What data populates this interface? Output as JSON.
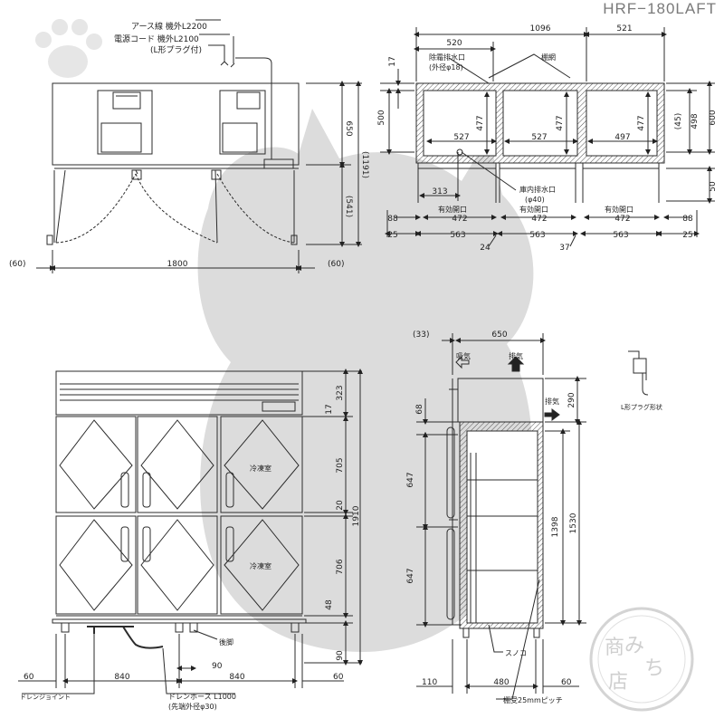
{
  "model": "HRF−180LAFT",
  "plan": {
    "earth_wire": "アース線 機外L2200",
    "power_cord": "電源コード 機外L2100",
    "plug_note": "(L形プラグ付)",
    "h650": "650",
    "h1191": "(1191)",
    "h541": "(541)",
    "w60_left": "(60)",
    "w1800": "1800",
    "w60_right": "(60)"
  },
  "interior": {
    "w1096": "1096",
    "w520": "520",
    "w521": "521",
    "shelf_label": "棚網",
    "drain_label": "除霜排水口",
    "drain_size": "(外径φ18)",
    "h17": "17",
    "h500": "500",
    "h477a": "477",
    "h477b": "477",
    "h477c": "477",
    "h45": "(45)",
    "h498": "498",
    "h600": "600",
    "h50": "50",
    "w527a": "527",
    "w527b": "527",
    "w497": "497",
    "w313": "313",
    "inner_drain": "庫内排水口",
    "inner_drain_size": "(φ40)",
    "eff_opening_1": "有効開口",
    "eff_opening_2": "有効開口",
    "eff_opening_3": "有効開口",
    "w88_left": "88",
    "w472a": "472",
    "w472b": "472",
    "w472c": "472",
    "w88_right": "88",
    "w25_left": "25",
    "w563a": "563",
    "w563b": "563",
    "w563c": "563",
    "w25_right": "25",
    "w24": "24",
    "w37": "37"
  },
  "front": {
    "h323": "323",
    "h17": "17",
    "h705": "705",
    "h20": "20",
    "h1910": "1910",
    "h706": "706",
    "h48": "48",
    "h90": "90",
    "label_freezer_top": "冷凍室",
    "label_freezer_bottom": "冷凍室",
    "leg_label": "後脚",
    "w90": "90",
    "w60_left": "60",
    "w840_left": "840",
    "w840_right": "840",
    "w60_right": "60",
    "drain_joint": "ドレンジョイント",
    "drain_hose": "ドレンホース L1000",
    "drain_hose_size": "(先端外径φ30)"
  },
  "side": {
    "w33": "(33)",
    "w650": "650",
    "intake": "吸気",
    "exhaust_top": "排気",
    "exhaust_side": "排気",
    "h290": "290",
    "h68": "68",
    "h647a": "647",
    "h647b": "647",
    "h1398": "1398",
    "h1530": "1530",
    "sunoko": "スノコ",
    "w110": "110",
    "w480": "480",
    "w60": "60",
    "pitch": "棚受25mmピッチ"
  },
  "plug": {
    "label": "L形プラグ形状"
  },
  "stamp": {
    "text": "みち商店"
  },
  "colors": {
    "line": "#2b2b2b",
    "watermark": "#d9d9d9",
    "hatch": "#555555"
  }
}
